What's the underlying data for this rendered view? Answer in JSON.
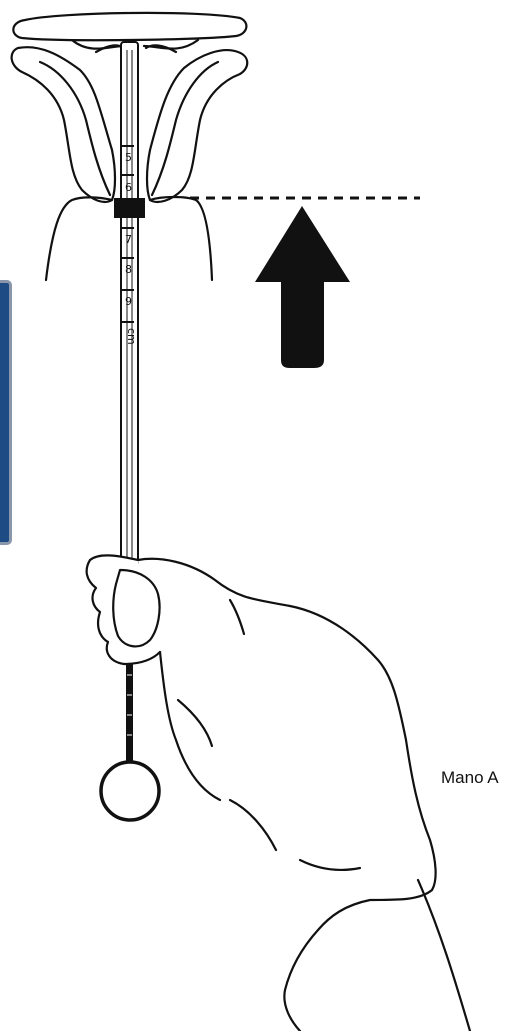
{
  "figure": {
    "scale_marks": [
      {
        "label": "5",
        "icon": "scale-mark-5"
      },
      {
        "label": "6",
        "icon": "scale-mark-6"
      },
      {
        "label": "7",
        "icon": "scale-mark-7"
      },
      {
        "label": "8",
        "icon": "scale-mark-8"
      },
      {
        "label": "9",
        "icon": "scale-mark-9"
      },
      {
        "label": "cm",
        "icon": "scale-unit-cm"
      }
    ],
    "hand_label": "Mano A",
    "colors": {
      "line": "#111111",
      "background": "#ffffff",
      "side_panel": "#1f4b84",
      "side_panel_border": "#8a97ab"
    }
  }
}
